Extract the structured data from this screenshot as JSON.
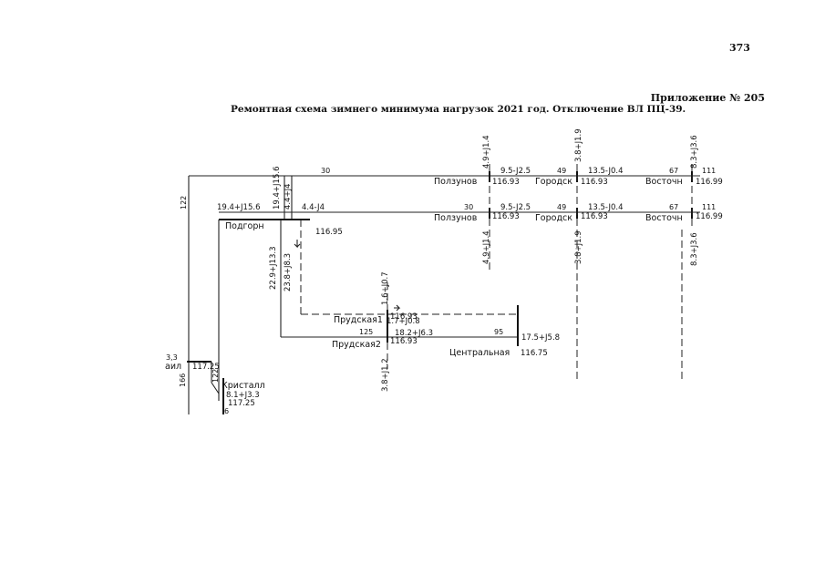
{
  "page_number": "373",
  "appendix": "Приложение № 205",
  "title": "Ремонтная схема зимнего минимума нагрузок 2021 год. Отключение ВЛ ПЦ-39.",
  "substations": {
    "polzunov1": "Ползунов",
    "polzunov2": "Ползунов",
    "gorodsk1": "Городск",
    "gorodsk2": "Городск",
    "vostochn1": "Восточн",
    "vostochn2": "Восточн",
    "podgorn": "Подгорн",
    "prudskaya1": "Прудская1",
    "prudskaya2": "Прудская2",
    "centralnaya": "Центральная",
    "kristall": "Кристалл",
    "ail": "аил"
  },
  "voltages": {
    "polzunov1": "116.93",
    "polzunov2": "116.93",
    "gorodsk1": "116.93",
    "gorodsk2": "116.93",
    "vostochn1": "116.99",
    "vostochn2": "116.99",
    "podgorn": "116.95",
    "prudskaya1": "116.93",
    "prudskaya2": "116.93",
    "centralnaya": "116.75",
    "kristall": "117.25",
    "ail": "117.25"
  },
  "line_labels": {
    "n30a": "30",
    "n30b": "30",
    "n49a": "49",
    "n49b": "49",
    "n67a": "67",
    "n67b": "67",
    "n111a": "111",
    "n111b": "111",
    "n122a": "122",
    "n122b": "122",
    "n166": "166",
    "n6": "6",
    "n125": "125",
    "n95": "95",
    "n33": "3,3"
  },
  "flows": {
    "f_19_4_15_6_v": "19.4+J15.6",
    "f_4_4_4_v": "4.4+J4",
    "f_19_4_15_6_h": "19.4+J15.6",
    "f_4_4_4_h": "4.4-J4",
    "f_22_9_13_3": "22.9+J13.3",
    "f_23_8_8_3": "23.8+J8.3",
    "f_4_9_1_4_top": "4.9+J1.4",
    "f_4_9_1_4_bot": "4.9+J1.4",
    "f_9_5_2_5_a": "9.5-J2.5",
    "f_9_5_2_5_b": "9.5-J2.5",
    "f_3_8_1_9_top": "3.8+J1.9",
    "f_3_8_1_9_bot": "3.8+J1.9",
    "f_13_5_0_4_a": "13.5-J0.4",
    "f_13_5_0_4_b": "13.5-J0.4",
    "f_8_3_3_6_top": "8.3+J3.6",
    "f_8_3_3_6_bot": "8.3+J3.6",
    "f_1_6_0_7": "1.6+J0.7",
    "f_3_8_1_2": "3.8+J1.2",
    "f_1_7_0_8": "1.7+J0.8",
    "f_18_2_6_3": "18.2+J6.3",
    "f_17_5_5_8": "17.5+J5.8",
    "f_8_1_3_3": "8.1+J3.3"
  }
}
